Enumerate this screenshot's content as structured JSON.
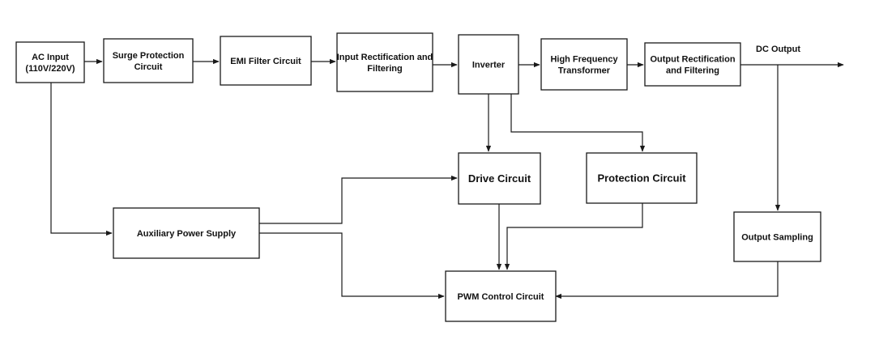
{
  "blocks": {
    "ac_input": [
      "AC Input",
      "(110V/220V)"
    ],
    "surge_protection": [
      "Surge Protection",
      "Circuit"
    ],
    "emi_filter": [
      "EMI Filter Circuit"
    ],
    "input_rectification": [
      "Input Rectification and",
      "Filtering"
    ],
    "inverter": [
      "Inverter"
    ],
    "hf_transformer": [
      "High Frequency",
      "Transformer"
    ],
    "output_rectification": [
      "Output Rectification",
      "and Filtering"
    ],
    "drive_circuit": [
      "Drive Circuit"
    ],
    "protection_circuit": [
      "Protection Circuit"
    ],
    "auxiliary_power": [
      "Auxiliary Power Supply"
    ],
    "output_sampling": [
      "Output Sampling"
    ],
    "pwm_control": [
      "PWM Control Circuit"
    ]
  },
  "labels": {
    "dc_output": "DC Output"
  }
}
